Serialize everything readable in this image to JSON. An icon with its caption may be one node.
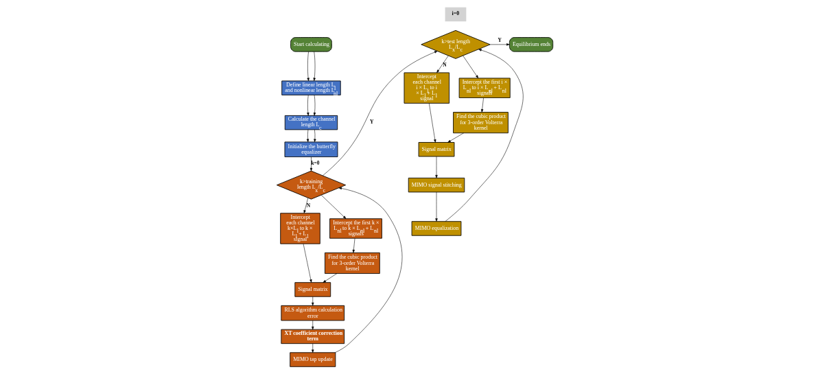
{
  "diagram": {
    "nodes": [
      {
        "text": [
          "Start calculating"
        ]
      },
      {
        "text": [
          "Define linear length L$_{1}$ and nonlinear length L$_{nl}$"
        ]
      },
      {
        "text": [
          "Calculate the channel length L$_{c}$"
        ]
      },
      {
        "text": [
          "Initialize the butterfly equalizer"
        ]
      },
      {
        "text": [
          "k>training length L$_{x}$/L$_{c}$"
        ]
      },
      {
        "text": [
          "Intercept each channel k×L$_{l}$ to k × L$_{l}$ + L$_{l}$ signal"
        ]
      },
      {
        "text": [
          "Intercept the first k × L$_{nl}$ to k × L$_{nl}$ + L$_{nl}$ signals"
        ]
      },
      {
        "text": [
          "Find the cubic product for 3-order Volterra kernel"
        ]
      },
      {
        "text": [
          "Signal matrix"
        ]
      },
      {
        "text": [
          "RLS algorithm calculation error"
        ]
      },
      {
        "text": [
          "XT coefficient correction term"
        ]
      },
      {
        "text": [
          "MIMO tap update"
        ]
      },
      {
        "text": [
          "k>test length L$_{x}$/L$_{c}$"
        ]
      },
      {
        "text": [
          "Equilibrium ends"
        ]
      },
      {
        "text": [
          "Intercept each channel i × L$_{l}$ to i × L$_{l}$ + L$_{l}$ signal"
        ]
      },
      {
        "text": [
          "Intercept the first i × L$_{nl}$ to i × L$_{nl}$ + L$_{nl}$ signals"
        ]
      },
      {
        "text": [
          "Find the cubic product for 3-order Volterra kernel"
        ]
      },
      {
        "text": [
          "Signal matrix"
        ]
      },
      {
        "text": [
          "MIMO signal stitching"
        ]
      },
      {
        "text": [
          "MIMO equalization"
        ]
      }
    ],
    "edges": [
      {
        "from": 0,
        "to": 1,
        "arrow": "to"
      },
      {
        "from": 0,
        "to": 1,
        "arrow": "to"
      },
      {
        "from": 1,
        "to": 2,
        "arrow": "to"
      },
      {
        "from": 1,
        "to": 2,
        "arrow": "to"
      },
      {
        "from": 2,
        "to": 3,
        "arrow": "to"
      },
      {
        "from": 2,
        "to": 3,
        "arrow": "to"
      },
      {
        "from": 3,
        "to": 4,
        "label": "k=0",
        "arrow": "to"
      },
      {
        "from": 4,
        "to": 5,
        "label": "N",
        "arrow": "to"
      },
      {
        "from": 4,
        "to": 6,
        "arrow": "to"
      },
      {
        "from": 6,
        "to": 7,
        "arrow": "to"
      },
      {
        "from": 5,
        "to": 8,
        "arrow": "to"
      },
      {
        "from": 7,
        "to": 8,
        "arrow": "to"
      },
      {
        "from": 8,
        "to": 9,
        "arrow": "to"
      },
      {
        "from": 9,
        "to": 10,
        "arrow": "to"
      },
      {
        "from": 10,
        "to": 11,
        "arrow": "to"
      },
      {
        "from": 11,
        "to": 4,
        "arrow": "to"
      },
      {
        "from": 4,
        "to": 12,
        "label": "Y",
        "arrow": "to"
      },
      {
        "from": 12,
        "to": 13,
        "label": "Y",
        "arrow": "to"
      },
      {
        "from": 12,
        "to": 14,
        "label": "N",
        "arrow": "to"
      },
      {
        "from": 12,
        "to": 15,
        "arrow": "to"
      },
      {
        "from": 15,
        "to": 16,
        "arrow": "to"
      },
      {
        "from": 14,
        "to": 17,
        "arrow": "to"
      },
      {
        "from": 16,
        "to": 17,
        "arrow": "to"
      },
      {
        "from": 17,
        "to": 18,
        "arrow": "to"
      },
      {
        "from": 18,
        "to": 19,
        "arrow": "to"
      },
      {
        "from": 19,
        "to": 12,
        "arrow": "to"
      }
    ],
    "labels": [
      "i=0"
    ]
  }
}
